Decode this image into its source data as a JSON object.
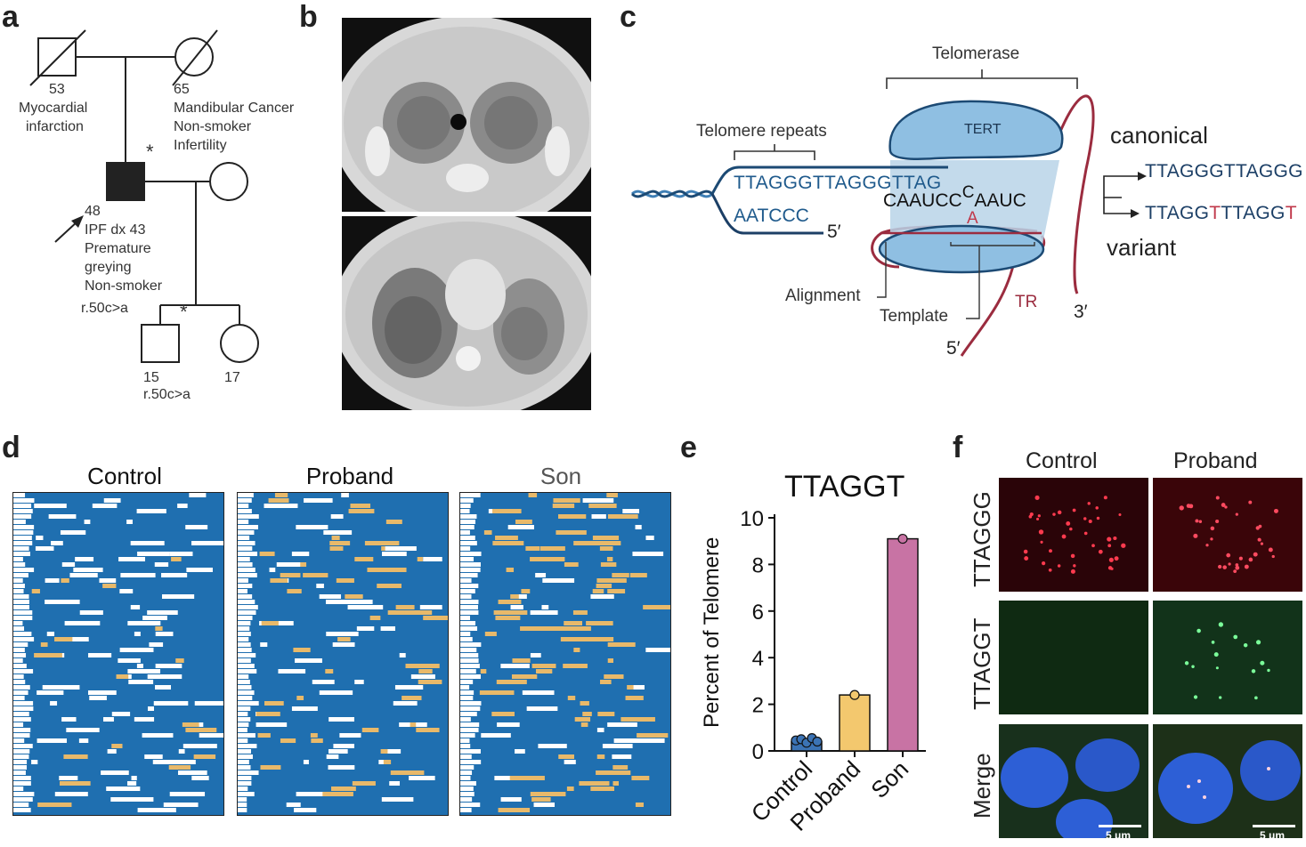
{
  "panels": {
    "a": "a",
    "b": "b",
    "c": "c",
    "d": "d",
    "e": "e",
    "f": "f"
  },
  "pedigree": {
    "father_age": "53",
    "father_condition": [
      "Myocardial",
      "infarction"
    ],
    "mother_age": "65",
    "mother_condition": [
      "Mandibular Cancer",
      "Non-smoker",
      "Infertility"
    ],
    "proband_age": "48",
    "proband_notes": [
      "IPF dx 43",
      "Premature",
      "greying",
      "Non-smoker"
    ],
    "proband_variant": "r.50c>a",
    "son_age": "15",
    "son_variant": "r.50c>a",
    "daughter_age": "17",
    "asterisk": "*"
  },
  "telomerase_diagram": {
    "telomerase_label": "Telomerase",
    "tert_label": "TERT",
    "telomere_repeats_label": "Telomere repeats",
    "top_strand": "TTAGGGTTAGGGTTAG",
    "bottom_strand": "AATCCC",
    "bottom_five_prime": "5′",
    "template_left": "CAAUCC",
    "template_c": "C",
    "template_a": "A",
    "template_right": "AAUC",
    "alignment_label": "Alignment",
    "template_label": "Template",
    "tr_label": "TR",
    "three_prime": "3′",
    "five_prime": "5′",
    "canonical_label": "canonical",
    "canonical_seq": "TTAGGGTTAGGG",
    "variant_label": "variant",
    "variant_seq_a": "TTAGG",
    "variant_seq_b": "T",
    "variant_seq_c": "TTAGG",
    "variant_seq_d": "T"
  },
  "alignments": {
    "titles": [
      "Control",
      "Proband",
      "Son"
    ],
    "colors": {
      "base": "#1f6fb0",
      "highlight": "#e8b96a",
      "white": "#ffffff"
    }
  },
  "chart_data": {
    "type": "bar",
    "title": "TTAGGT",
    "ylabel": "Percent of Telomere",
    "xlabel": "",
    "categories": [
      "Control",
      "Proband",
      "Son"
    ],
    "values": [
      0.4,
      2.4,
      9.1
    ],
    "points": [
      [
        0.45,
        0.5,
        0.35,
        0.55,
        0.4
      ],
      [
        2.4
      ],
      [
        9.1
      ]
    ],
    "colors": [
      "#3b73b5",
      "#f3c86e",
      "#c873a4"
    ],
    "ylim": [
      0,
      10
    ],
    "yticks": [
      0,
      2,
      4,
      6,
      8,
      10
    ],
    "grid": false
  },
  "microscopy": {
    "col_labels": [
      "Control",
      "Proband"
    ],
    "row_labels": [
      "TTAGGG",
      "TTAGGT",
      "Merge"
    ],
    "scale": "5 μm"
  }
}
